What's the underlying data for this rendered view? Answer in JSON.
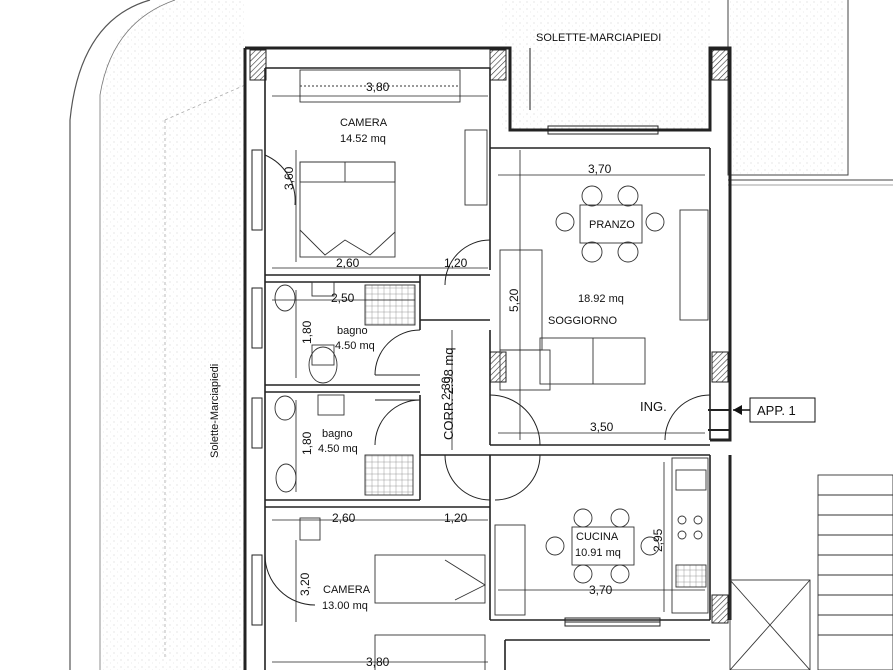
{
  "plan": {
    "walkways": [
      {
        "label": "SOLETTE-MARCIAPIEDI"
      },
      {
        "label": "Solette-Marciapiedi"
      }
    ],
    "rooms": {
      "camera_top": {
        "name": "CAMERA",
        "area": "14.52 mq",
        "width": "3,80",
        "depth": "3,60",
        "inner_a": "2,60",
        "inner_b": "1,20"
      },
      "soggiorno": {
        "name": "SOGGIORNO",
        "area": "18.92 mq",
        "width_top": "3,70",
        "width_bottom": "3,50",
        "depth": "5,20",
        "zone": "PRANZO"
      },
      "bagno_1": {
        "name": "bagno",
        "area": "4.50 mq",
        "width": "2,50",
        "depth": "1,80"
      },
      "corr": {
        "name": "CORR. 2.98 mq",
        "length": "2,30"
      },
      "bagno_2": {
        "name": "bagno",
        "area": "4.50 mq",
        "depth": "1,80"
      },
      "cucina": {
        "name": "CUCINA",
        "area": "10.91 mq",
        "width": "3,70",
        "depth": "2,95"
      },
      "camera_bottom": {
        "name": "CAMERA",
        "area": "13.00 mq",
        "width": "3,80",
        "depth": "3,20",
        "inner_a": "2,60",
        "inner_b": "1,20"
      }
    },
    "entrance": {
      "label": "ING.",
      "unit": "APP. 1"
    }
  }
}
